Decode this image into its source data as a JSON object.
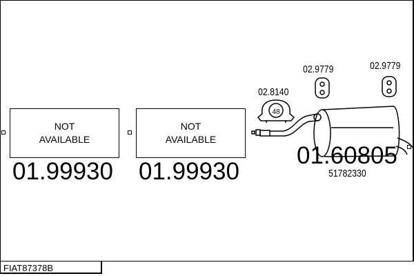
{
  "parts": [
    {
      "box_line1": "NOT",
      "box_line2": "AVAILABLE",
      "number": "01.99930"
    },
    {
      "box_line1": "NOT",
      "box_line2": "AVAILABLE",
      "number": "01.99930"
    }
  ],
  "muffler": {
    "number": "01.60805",
    "oem": "51782330"
  },
  "clamp": {
    "number": "02.8140",
    "size": "48"
  },
  "hangers": [
    "02.9779",
    "02.9779"
  ],
  "diagram_code": "FIAT87378B"
}
